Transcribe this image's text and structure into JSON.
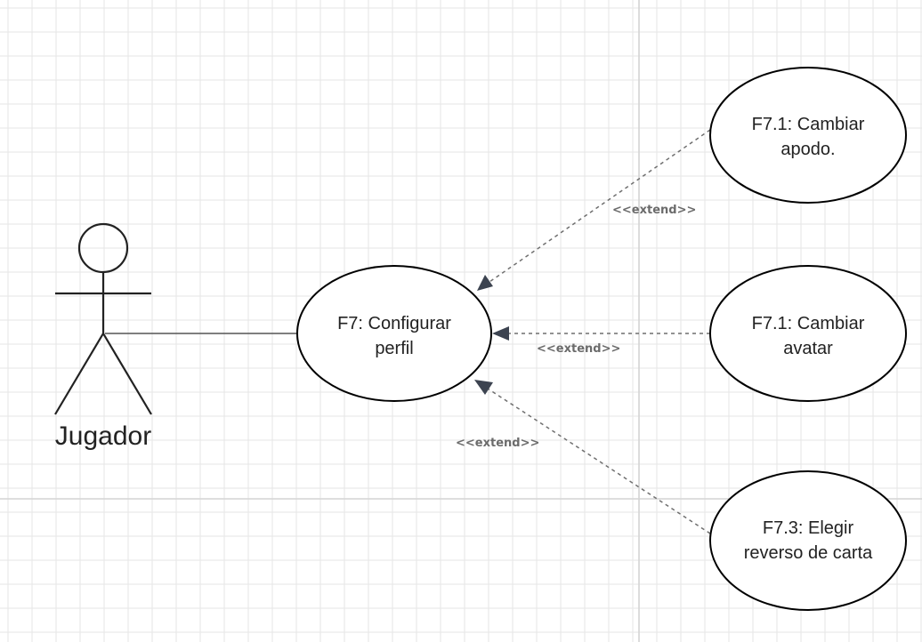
{
  "actor": {
    "name": "Jugador"
  },
  "main_use_case": {
    "label_lines": [
      "F7: Configurar",
      "perfil"
    ]
  },
  "extensions": [
    {
      "label_lines": [
        "F7.1: Cambiar",
        "apodo."
      ],
      "stereotype": "<<extend>>"
    },
    {
      "label_lines": [
        "F7.1: Cambiar",
        "avatar"
      ],
      "stereotype": "<<extend>>"
    },
    {
      "label_lines": [
        "F7.3: Elegir",
        "reverso de carta"
      ],
      "stereotype": "<<extend>>"
    }
  ]
}
